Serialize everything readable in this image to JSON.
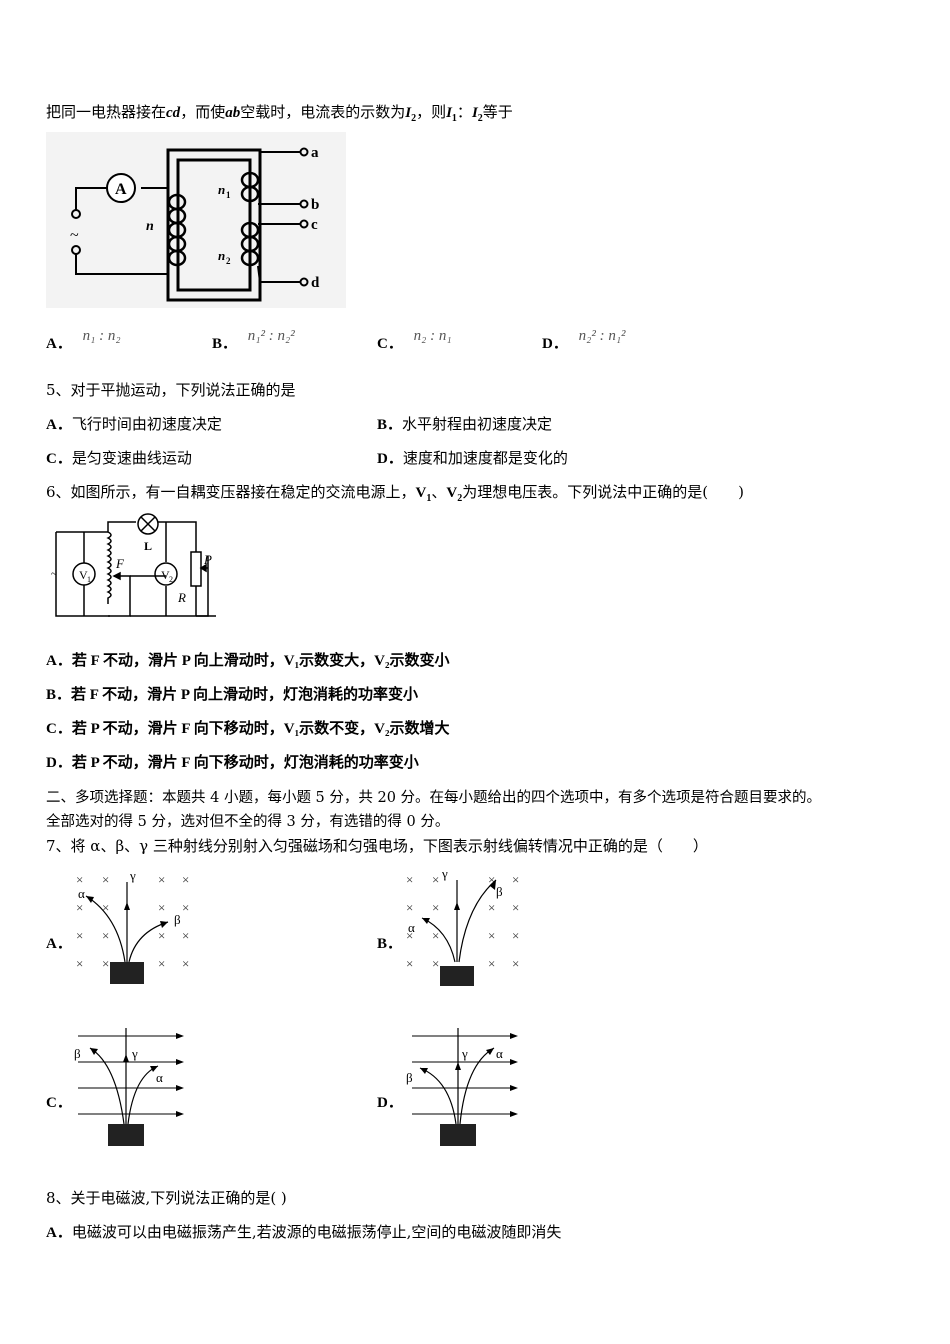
{
  "q4": {
    "stem_pre": "把同一电热器接在",
    "cd": "cd",
    "stem_mid": "，而使",
    "ab": "ab",
    "stem_post": "空载时，电流表的示数为",
    "I2": "I",
    "stem_then": "，则",
    "I1": "I",
    "colon": "：",
    "I2b": "I",
    "stem_end": "等于",
    "figure": {
      "labels": [
        "A",
        "n",
        "n",
        "n",
        "a",
        "b",
        "c",
        "d",
        "~"
      ]
    },
    "options": [
      {
        "label": "A．",
        "formula": "n₁ : n₂"
      },
      {
        "label": "B．",
        "formula": "n₁² : n₂²"
      },
      {
        "label": "C．",
        "formula": "n₂ : n₁"
      },
      {
        "label": "D．",
        "formula": "n₂² : n₁²"
      }
    ]
  },
  "q5": {
    "stem": "5、对于平抛运动，下列说法正确的是",
    "options": [
      {
        "label": "A．",
        "text": "飞行时间由初速度决定"
      },
      {
        "label": "B．",
        "text": "水平射程由初速度决定"
      },
      {
        "label": "C．",
        "text": "是匀变速曲线运动"
      },
      {
        "label": "D．",
        "text": "速度和加速度都是变化的"
      }
    ]
  },
  "q6": {
    "stem_pre": "6、如图所示，有一自耦变压器接在稳定的交流电源上，",
    "stem_v": "V",
    "stem_sep": "、",
    "stem_post": "为理想电压表。下列说法中正确的是(　　)",
    "figure": {
      "labels": [
        "L",
        "F",
        "V",
        "V",
        "P",
        "R",
        "~"
      ]
    },
    "options": [
      {
        "label": "A．",
        "text": "若 F 不动，滑片 P 向上滑动时，V₁示数变大，V₂示数变小"
      },
      {
        "label": "B．",
        "text": "若 F 不动，滑片 P 向上滑动时，灯泡消耗的功率变小"
      },
      {
        "label": "C．",
        "text": "若 P 不动，滑片 F 向下移动时，V₁示数不变，V₂示数增大"
      },
      {
        "label": "D．",
        "text": "若 P 不动，滑片 F 向下移动时，灯泡消耗的功率变小"
      }
    ]
  },
  "section2": {
    "line1": "二、多项选择题：本题共 4 小题，每小题 5 分，共 20 分。在每小题给出的四个选项中，有多个选项是符合题目要求的。",
    "line2": "全部选对的得 5 分，选对但不全的得 3 分，有选错的得 0 分。"
  },
  "q7": {
    "stem": "7、将 α、β、γ 三种射线分别射入匀强磁场和匀强电场，下图表示射线偏转情况中正确的是（　　）",
    "options": [
      "A．",
      "B．",
      "C．",
      "D．"
    ],
    "figure_labels": {
      "alpha": "α",
      "beta": "β",
      "gamma": "γ",
      "cross": "×"
    }
  },
  "q8": {
    "stem": "8、关于电磁波,下列说法正确的是( )",
    "options": [
      {
        "label": "A．",
        "text": "电磁波可以由电磁振荡产生,若波源的电磁振荡停止,空间的电磁波随即消失"
      }
    ]
  }
}
